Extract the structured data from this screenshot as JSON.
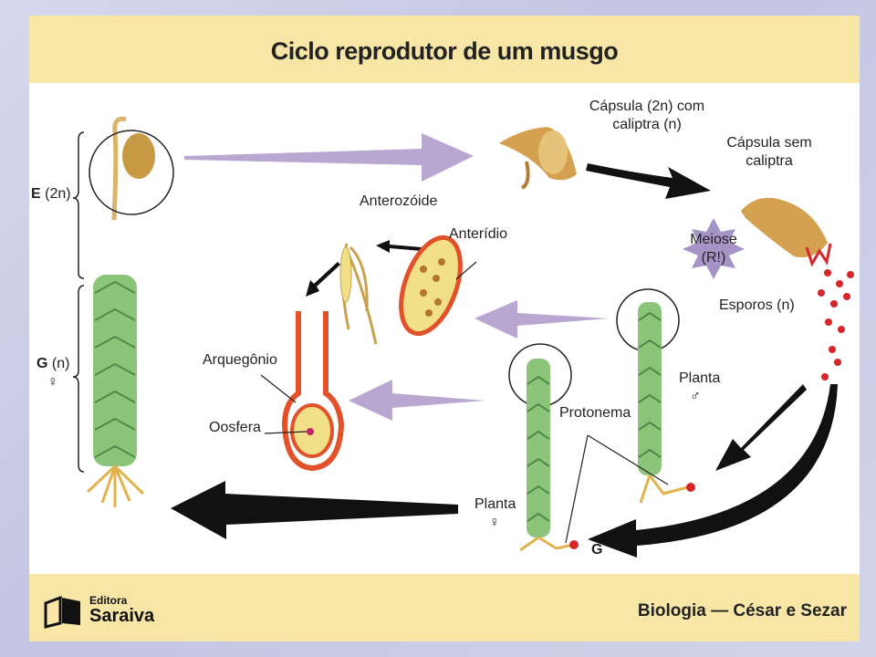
{
  "title": "Ciclo reprodutor de um musgo",
  "labels": {
    "capsula_com_line1": "Cápsula (2n) com",
    "capsula_com_line2": "caliptra (n)",
    "capsula_sem_line1": "Cápsula sem",
    "capsula_sem_line2": "caliptra",
    "meiose_line1": "Meiose",
    "meiose_line2": "(R!)",
    "anterozoide": "Anterozóide",
    "anteridio": "Anterídio",
    "esporos": "Esporos (n)",
    "arquegonio": "Arquegônio",
    "oosfera": "Oosfera",
    "planta_masc": "Planta",
    "planta_masc_symbol": "♂",
    "protonema": "Protonema",
    "planta_fem": "Planta",
    "planta_fem_symbol": "♀",
    "g_letter": "G",
    "e_letter": "E",
    "e_ploidy": "(2n)",
    "g_left_letter": "G",
    "g_left_ploidy": "(n)",
    "g_left_symbol": "♀"
  },
  "footer": {
    "publisher_small": "Editora",
    "publisher_name": "Saraiva",
    "credit": "Biologia — César e Sezar"
  },
  "colors": {
    "header": "#f7e6a6",
    "lilac_arrow": "#b9a7d2",
    "dark_arrow": "#111111",
    "spore_red": "#d7262a",
    "leaf_green": "#8cc47a",
    "capsule_tan": "#d3a14f"
  }
}
